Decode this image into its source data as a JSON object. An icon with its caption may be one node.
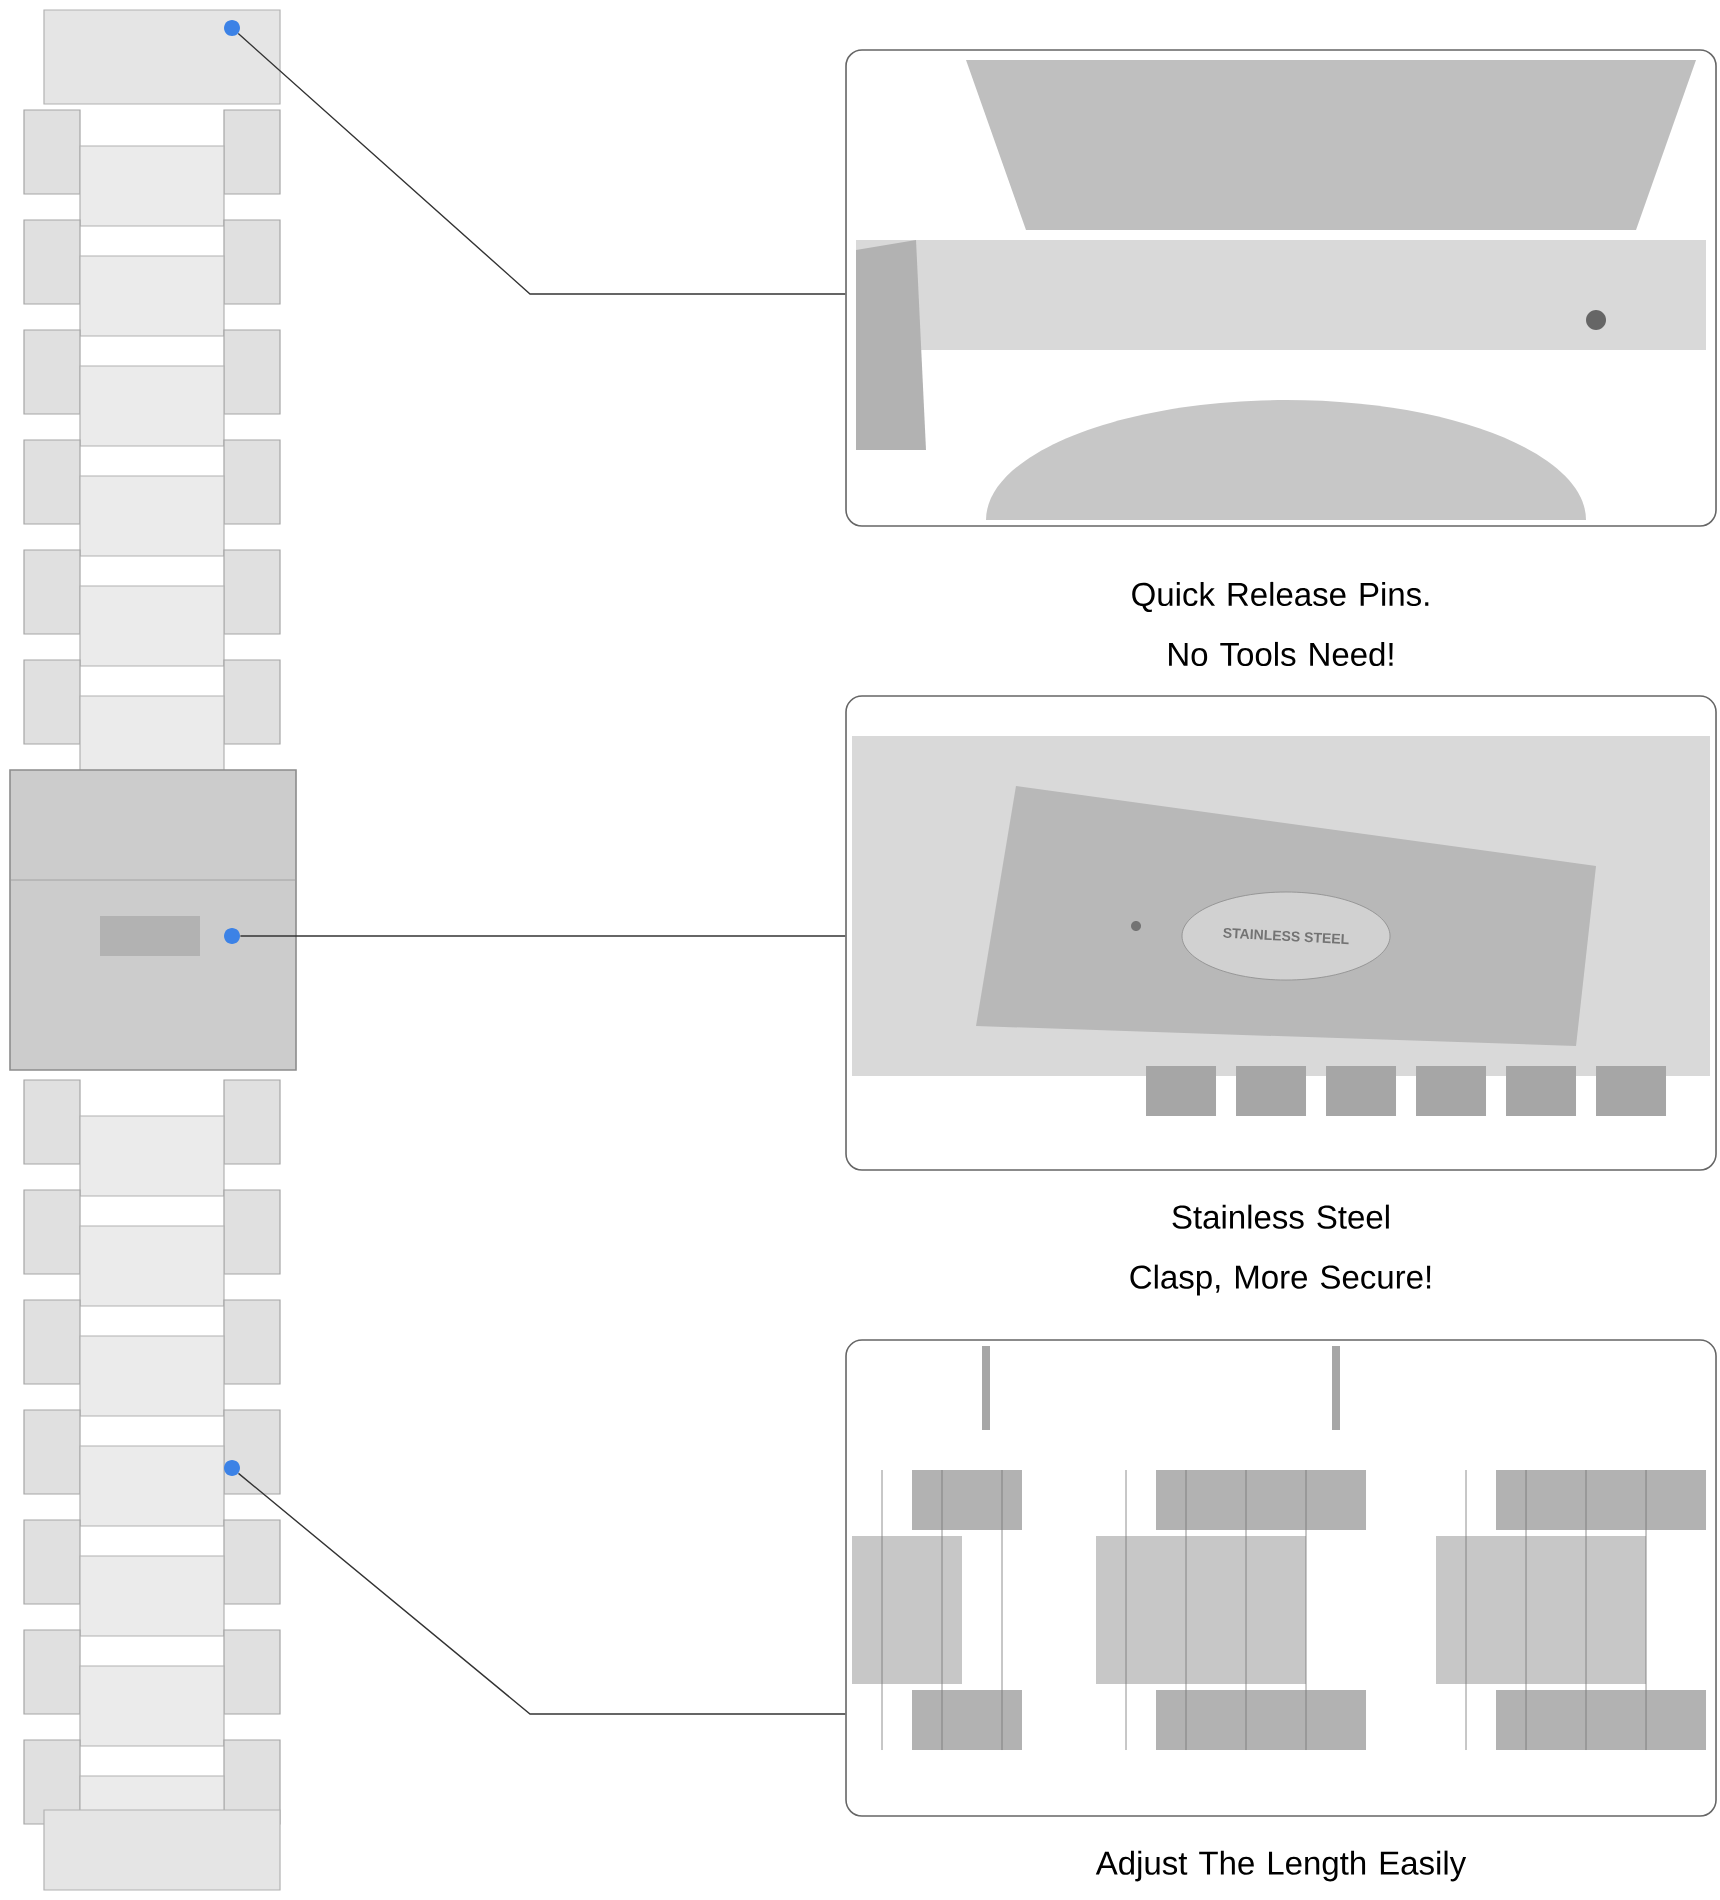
{
  "diagram": {
    "nodes": [
      {
        "text": [],
        "shape": "picture"
      },
      {
        "text": [],
        "shape": "circle",
        "in": 0
      },
      {
        "text": [],
        "shape": "circle",
        "in": 0
      },
      {
        "text": [],
        "shape": "circle",
        "in": 0
      },
      {
        "text": [
          "Quick Release Pins. No Tools Need!"
        ]
      },
      {
        "text": [
          "Stainless Steel Clasp, More Secure!"
        ]
      },
      {
        "text": [
          "Adjust The Length Easily"
        ]
      }
    ],
    "edges": [
      {
        "from": 1,
        "to": 4,
        "arrow": "none"
      },
      {
        "from": 2,
        "to": 5,
        "arrow": "none"
      },
      {
        "from": 3,
        "to": 6,
        "arrow": "none"
      }
    ],
    "labels": [
      "STAINLESS STEEL"
    ]
  }
}
